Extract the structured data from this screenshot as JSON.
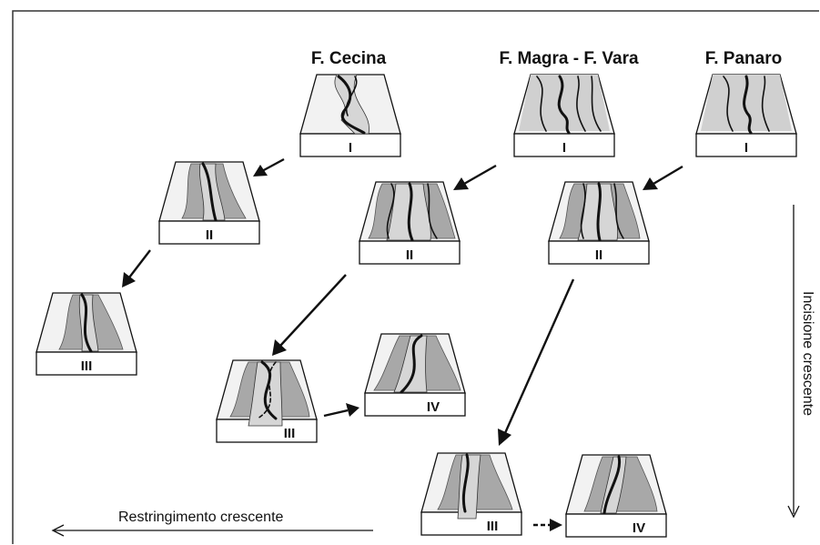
{
  "titles": {
    "cecina": "F. Cecina",
    "magra_vara": "F. Magra - F. Vara",
    "panaro": "F. Panaro"
  },
  "stages": {
    "i": "I",
    "ii": "II",
    "iii": "III",
    "iv": "IV"
  },
  "axes": {
    "incision": "Incisione crescente",
    "narrowing": "Restringimento crescente"
  }
}
